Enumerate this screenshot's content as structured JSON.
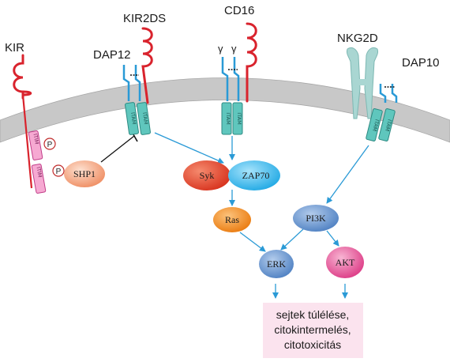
{
  "receptors": {
    "kir": "KIR",
    "dap12": "DAP12",
    "kir2ds": "KIR2DS",
    "cd16": "CD16",
    "gamma1": "γ",
    "gamma2": "γ",
    "nkg2d": "NKG2D",
    "dap10": "DAP10"
  },
  "motifs": {
    "itam": "ITAM",
    "itim": "ITIM",
    "phospho": "P"
  },
  "nodes": {
    "shp1": "SHP1",
    "syk": "Syk",
    "zap70": "ZAP70",
    "ras": "Ras",
    "pi3k": "PI3K",
    "erk": "ERK",
    "akt": "AKT"
  },
  "outcome": {
    "line1": "sejtek túlélése,",
    "line2": "citokintermelés,",
    "line3": "citotoxicitás"
  },
  "colors": {
    "membrane": "#c8c8c8",
    "receptor_red": "#d9232d",
    "adaptor_blue": "#2a9ad6",
    "itam_teal": "#5fc6bd",
    "itim_pink": "#e55aa8",
    "nkg2d": "#a9d6d2",
    "arrow": "#2a9ad6",
    "shp1": "#f4a37e",
    "syk": "#e8482f",
    "zap70": "#34b5e8",
    "ras": "#f28a1c",
    "pi3k": "#5c8fcb",
    "erk": "#5c8fcb",
    "akt": "#e2498f",
    "outcome_box": "#fbe3ee"
  }
}
